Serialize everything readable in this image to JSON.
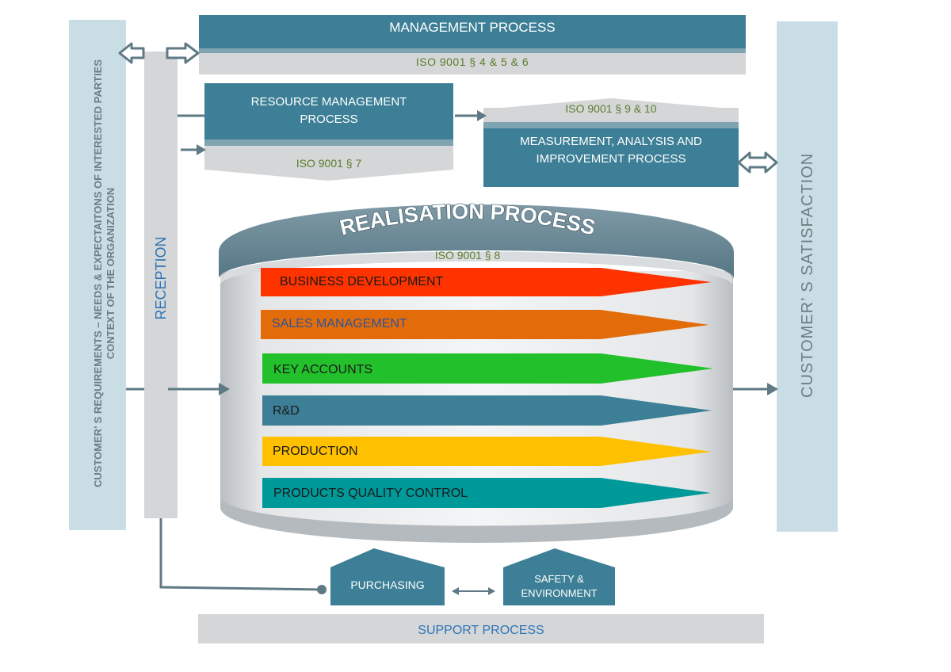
{
  "left_column": {
    "line1": "CUSTOMER’ S REQUIREMENTS – NEEDS & EXPECTAITONS OF INTERESTED PARTIES",
    "line2": "CONTEXT  OF THE ORGANIZATION"
  },
  "reception": {
    "label": "RECEPTION"
  },
  "management": {
    "title": "MANAGEMENT PROCESS",
    "ref": "ISO 9001 § 4 & 5 & 6"
  },
  "resource": {
    "title_line1": "RESOURCE MANAGEMENT",
    "title_line2": "PROCESS",
    "ref": "ISO 9001 § 7"
  },
  "measurement": {
    "ref": "ISO 9001 § 9 & 10",
    "title_line1": "MEASUREMENT, ANALYSIS AND",
    "title_line2": "IMPROVEMENT PROCESS"
  },
  "realisation": {
    "title": "REALISATION PROCESS",
    "ref": "ISO 9001 § 8",
    "bands": [
      {
        "label": "BUSINESS DEVELOPMENT",
        "color": "#ff3300",
        "text_color": "#1a1a1a"
      },
      {
        "label": "SALES MANAGEMENT",
        "color": "#e36c0a",
        "text_color": "#2f5597"
      },
      {
        "label": "KEY ACCOUNTS",
        "color": "#22c02a",
        "text_color": "#1a1a1a"
      },
      {
        "label": "R&D",
        "color": "#3c7f96",
        "text_color": "#1a1a1a"
      },
      {
        "label": "PRODUCTION",
        "color": "#ffc000",
        "text_color": "#1a1a1a"
      },
      {
        "label": "PRODUCTS QUALITY CONTROL",
        "color": "#009999",
        "text_color": "#1a1a1a"
      }
    ]
  },
  "customer_satisfaction": {
    "label": "CUSTOMER’ S SATISFACTION"
  },
  "purchasing": {
    "label": "PURCHASING"
  },
  "safety": {
    "line1": "SAFETY &",
    "line2": "ENVIRONMENT"
  },
  "support": {
    "label": "SUPPORT PROCESS"
  },
  "colors": {
    "teal": "#3c7f96",
    "light_gray": "#d4d6d8",
    "light_blue": "#c9dde4",
    "iso_green": "#5b7d2a",
    "blue_text": "#2e75b6",
    "arrow_gray": "#5f7a85"
  }
}
